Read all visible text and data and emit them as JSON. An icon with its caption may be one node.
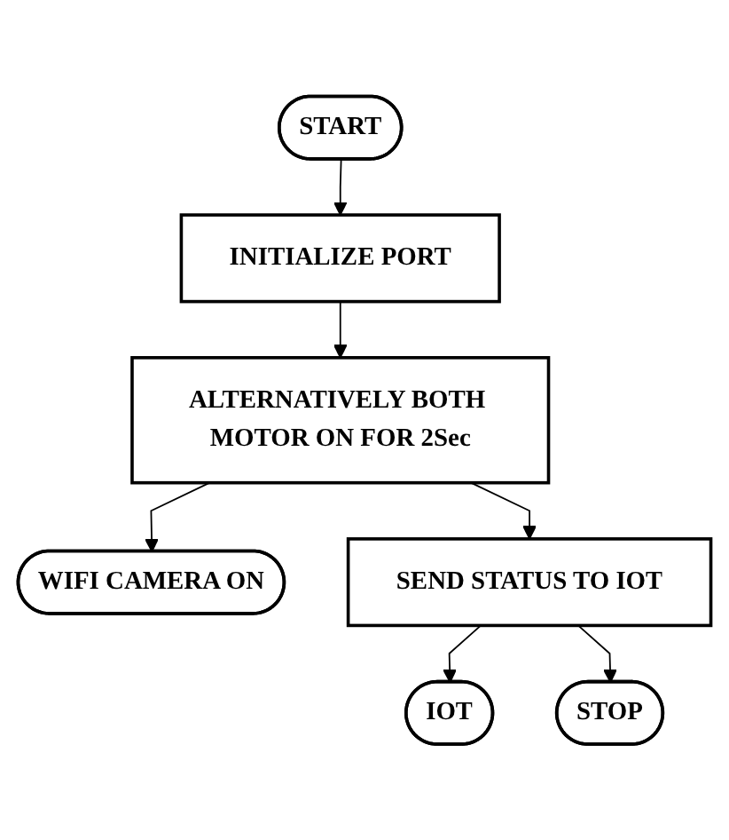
{
  "diagram": {
    "nodes": [
      {
        "text": [
          "START"
        ]
      },
      {
        "text": [
          "INITIALIZE PORT"
        ]
      },
      {
        "text": [
          "ALTERNATIVELY BOTH MOTOR ON FOR 2Sec"
        ]
      },
      {
        "text": [
          "WIFI CAMERA ON"
        ]
      },
      {
        "text": [
          "SEND STATUS TO IOT"
        ]
      },
      {
        "text": [
          "IOT"
        ]
      },
      {
        "text": [
          "STOP"
        ]
      }
    ],
    "edges": [
      {
        "from": 0,
        "to": 1,
        "arrow": "to"
      },
      {
        "from": 1,
        "to": 2,
        "arrow": "to"
      },
      {
        "from": 2,
        "to": 3,
        "arrow": "to"
      },
      {
        "from": 2,
        "to": 4,
        "arrow": "to"
      },
      {
        "from": 4,
        "to": 5,
        "arrow": "to"
      },
      {
        "from": 4,
        "to": 6,
        "arrow": "to"
      }
    ]
  }
}
